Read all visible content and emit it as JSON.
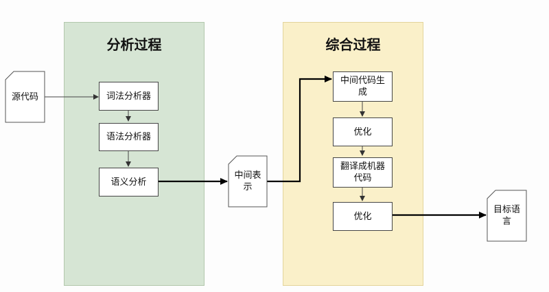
{
  "panels": {
    "analysis_title": "分析过程",
    "synthesis_title": "综合过程"
  },
  "nodes": {
    "source": "源代码",
    "lexer": "词法分析器",
    "parser": "语法分析器",
    "semantic": "语义分析",
    "ir": "中间表示",
    "ir_gen": "中间代码生成",
    "opt1": "优化",
    "codegen": "翻译成机器代码",
    "opt2": "优化",
    "target": "目标语言"
  }
}
